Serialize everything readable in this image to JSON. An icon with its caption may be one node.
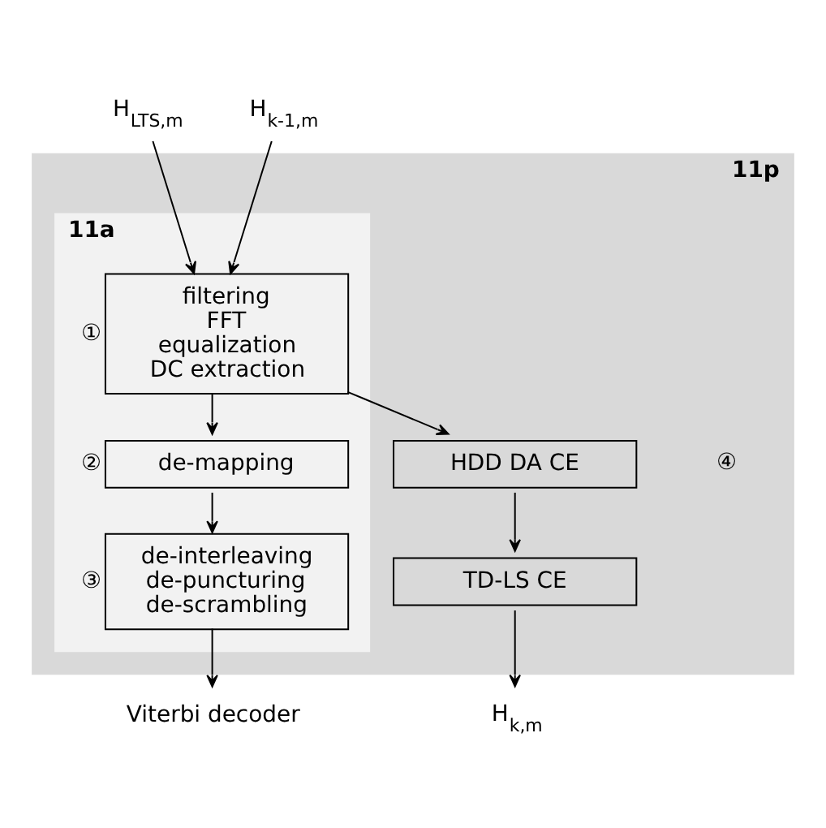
{
  "diagram": {
    "nodes": [
      {
        "text": [
          "11p"
        ]
      },
      {
        "text": [
          "11a"
        ],
        "in": 0
      },
      {
        "text": [
          "filtering FFT equalization DC extraction"
        ],
        "in": 1,
        "beside": [
          "①"
        ]
      },
      {
        "text": [
          "de-mapping"
        ],
        "in": 1,
        "beside": [
          "②"
        ]
      },
      {
        "text": [
          "de-interleaving de-puncturing de-scrambling"
        ],
        "in": 1,
        "beside": [
          "③"
        ]
      },
      {
        "text": [
          "HDD DA CE"
        ],
        "in": 0
      },
      {
        "text": [
          "TD-LS CE"
        ],
        "in": 0
      },
      {
        "text": [
          "H$_{LTS,m}$"
        ]
      },
      {
        "text": [
          "H$_{k-1,m}$"
        ]
      },
      {
        "text": [
          "Viterbi decoder"
        ]
      },
      {
        "text": [
          "H$_{k,m}$"
        ]
      }
    ],
    "edges": [
      {
        "from": 7,
        "to": 2,
        "arrow": "to"
      },
      {
        "from": 8,
        "to": 2,
        "arrow": "to"
      },
      {
        "from": 2,
        "to": 3,
        "arrow": "to"
      },
      {
        "from": 3,
        "to": 4,
        "arrow": "to"
      },
      {
        "from": 2,
        "to": 5,
        "arrow": "to"
      },
      {
        "from": 5,
        "to": 6,
        "arrow": "to"
      },
      {
        "from": 4,
        "to": 9,
        "arrow": "to"
      },
      {
        "from": 6,
        "to": 10,
        "arrow": "to"
      }
    ],
    "labels": [
      "④"
    ]
  }
}
